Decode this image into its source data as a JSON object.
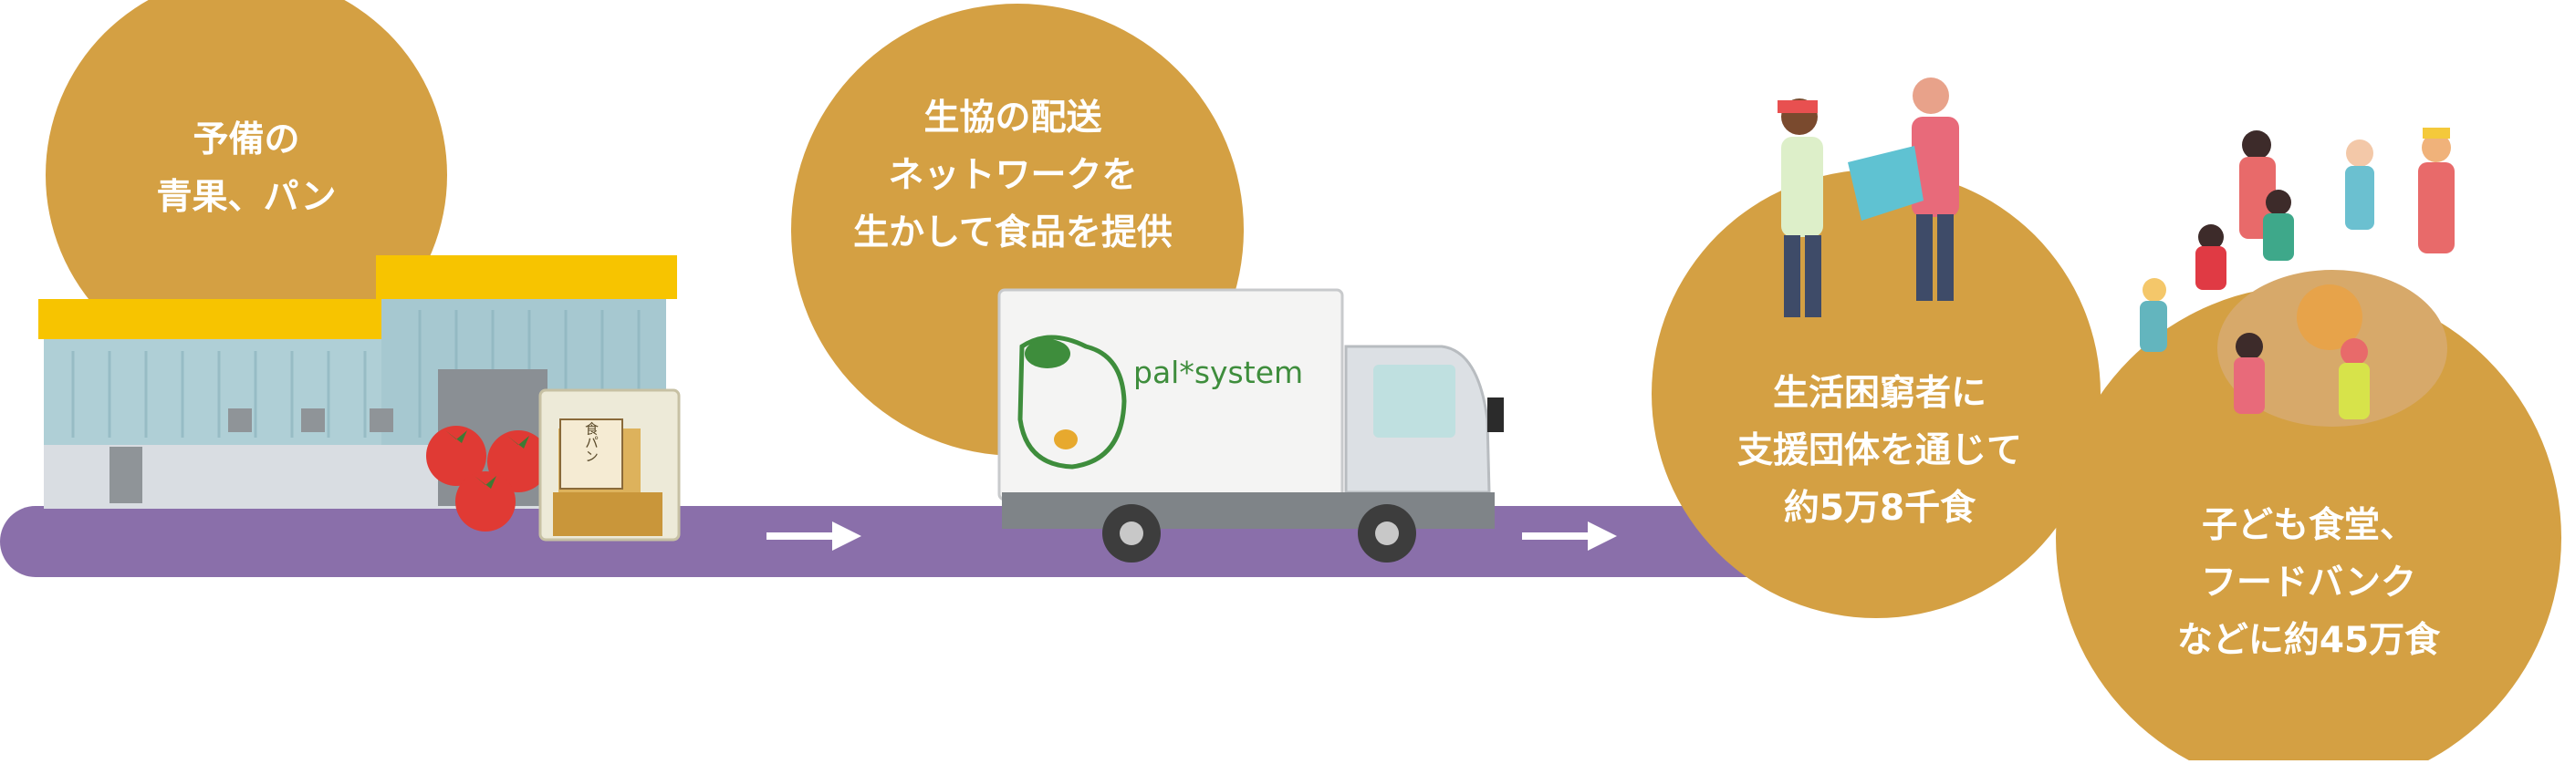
{
  "steps": [
    {
      "lines": [
        "予備の",
        "青果、パン"
      ]
    },
    {
      "lines": [
        "生協の配送",
        "ネットワークを",
        "生かして食品を提供"
      ]
    },
    {
      "lines": [
        "生活困窮者に",
        "支援団体を通じて",
        "約5万8千食"
      ]
    },
    {
      "lines": [
        "子ども食堂、",
        "フードバンク",
        "などに約45万食"
      ]
    }
  ],
  "truck": {
    "brand": "pal*system"
  },
  "bread_label": "食パン",
  "colors": {
    "bubble": "#D4A043",
    "track": "#8A6FAA",
    "warehouse_roof": "#F7C400",
    "warehouse_wall": "#AFCFD6",
    "logo_green": "#3E8D3C",
    "tomato": "#E03A34"
  }
}
